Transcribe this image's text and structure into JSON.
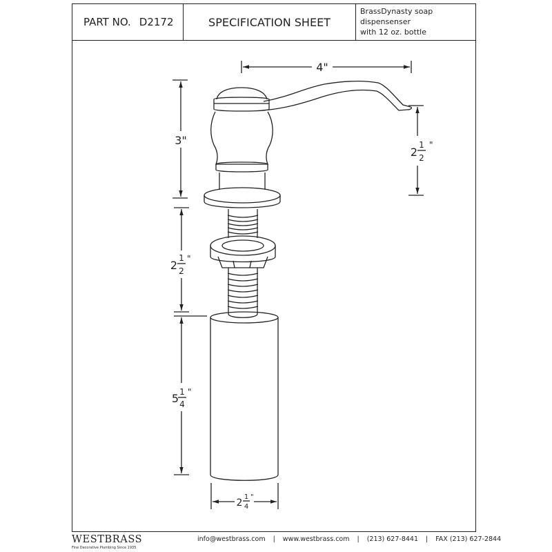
{
  "header": {
    "part_label": "PART NO.",
    "part_number": "D2172",
    "title": "SPECIFICATION SHEET",
    "description_line1": "BrassDynasty soap dispensenser",
    "description_line2": "with 12 oz. bottle"
  },
  "dimensions": {
    "width_top": "4\"",
    "head_height": "3\"",
    "spout_drop_whole": "2",
    "spout_drop_num": "1",
    "spout_drop_den": "2",
    "shank_whole": "2",
    "shank_num": "1",
    "shank_den": "2",
    "bottle_height_whole": "5",
    "bottle_height_num": "1",
    "bottle_height_den": "4",
    "bottle_width_whole": "2",
    "bottle_width_num": "1",
    "bottle_width_den": "4",
    "inch_mark": "\""
  },
  "footer": {
    "brand": "WESTBRASS",
    "tagline": "Fine Decorative Plumbing Since 1935",
    "email": "info@westbrass.com",
    "website": "www.westbrass.com",
    "phone": "(213) 627-8441",
    "fax": "FAX (213) 627-2844",
    "separator": "|"
  }
}
